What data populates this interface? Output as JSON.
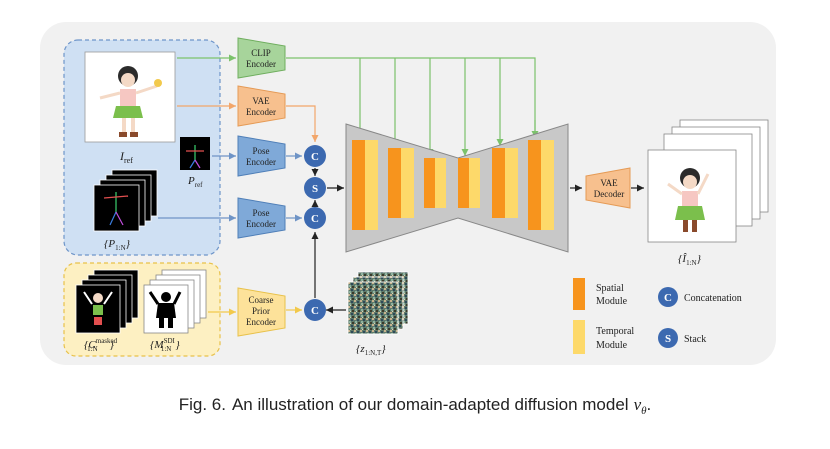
{
  "encoders": {
    "clip": [
      "CLIP",
      "Encoder"
    ],
    "vae": [
      "VAE",
      "Encoder"
    ],
    "pose_ref": [
      "Pose",
      "Encoder"
    ],
    "pose_seq": [
      "Pose",
      "Encoder"
    ],
    "coarse": [
      "Coarse",
      "Prior",
      "Encoder"
    ],
    "decoder": [
      "VAE",
      "Decoder"
    ]
  },
  "ops": {
    "concat": "C",
    "stack": "S"
  },
  "labels": {
    "i_ref": "I",
    "i_ref_sub": "ref",
    "p_ref": "P",
    "p_ref_sub": "ref",
    "p_seq": "{P",
    "p_seq_sub": "1:N",
    "p_seq_end": "}",
    "c_masked_open": "{C",
    "c_masked_sup": "masked",
    "c_masked_sub": "1:N",
    "c_masked_end": "}",
    "m_sdi_open": "{M",
    "m_sdi_sup": "SDI",
    "m_sdi_sub": "1:N",
    "m_sdi_end": "}",
    "z_open": "{z",
    "z_sub": "1:N,T",
    "z_end": "}",
    "out_open": "{Î",
    "out_sub": "1:N",
    "out_end": "}"
  },
  "legend": {
    "spatial": [
      "Spatial",
      "Module"
    ],
    "temporal": [
      "Temporal",
      "Module"
    ],
    "concatenation": "Concatenation",
    "stack": "Stack"
  },
  "caption": {
    "prefix": "Fig. 6.",
    "text": "An illustration of our domain-adapted diffusion model",
    "symbol": "v",
    "symbol_sub": "θ",
    "end": "."
  },
  "colors": {
    "spatial": "#f7941d",
    "temporal": "#fdd96a",
    "concat_circle": "#3c69b0",
    "clip": "#a7d49b",
    "vae": "#f7c08e",
    "pose": "#7fa9d8",
    "coarse": "#fde29a"
  }
}
